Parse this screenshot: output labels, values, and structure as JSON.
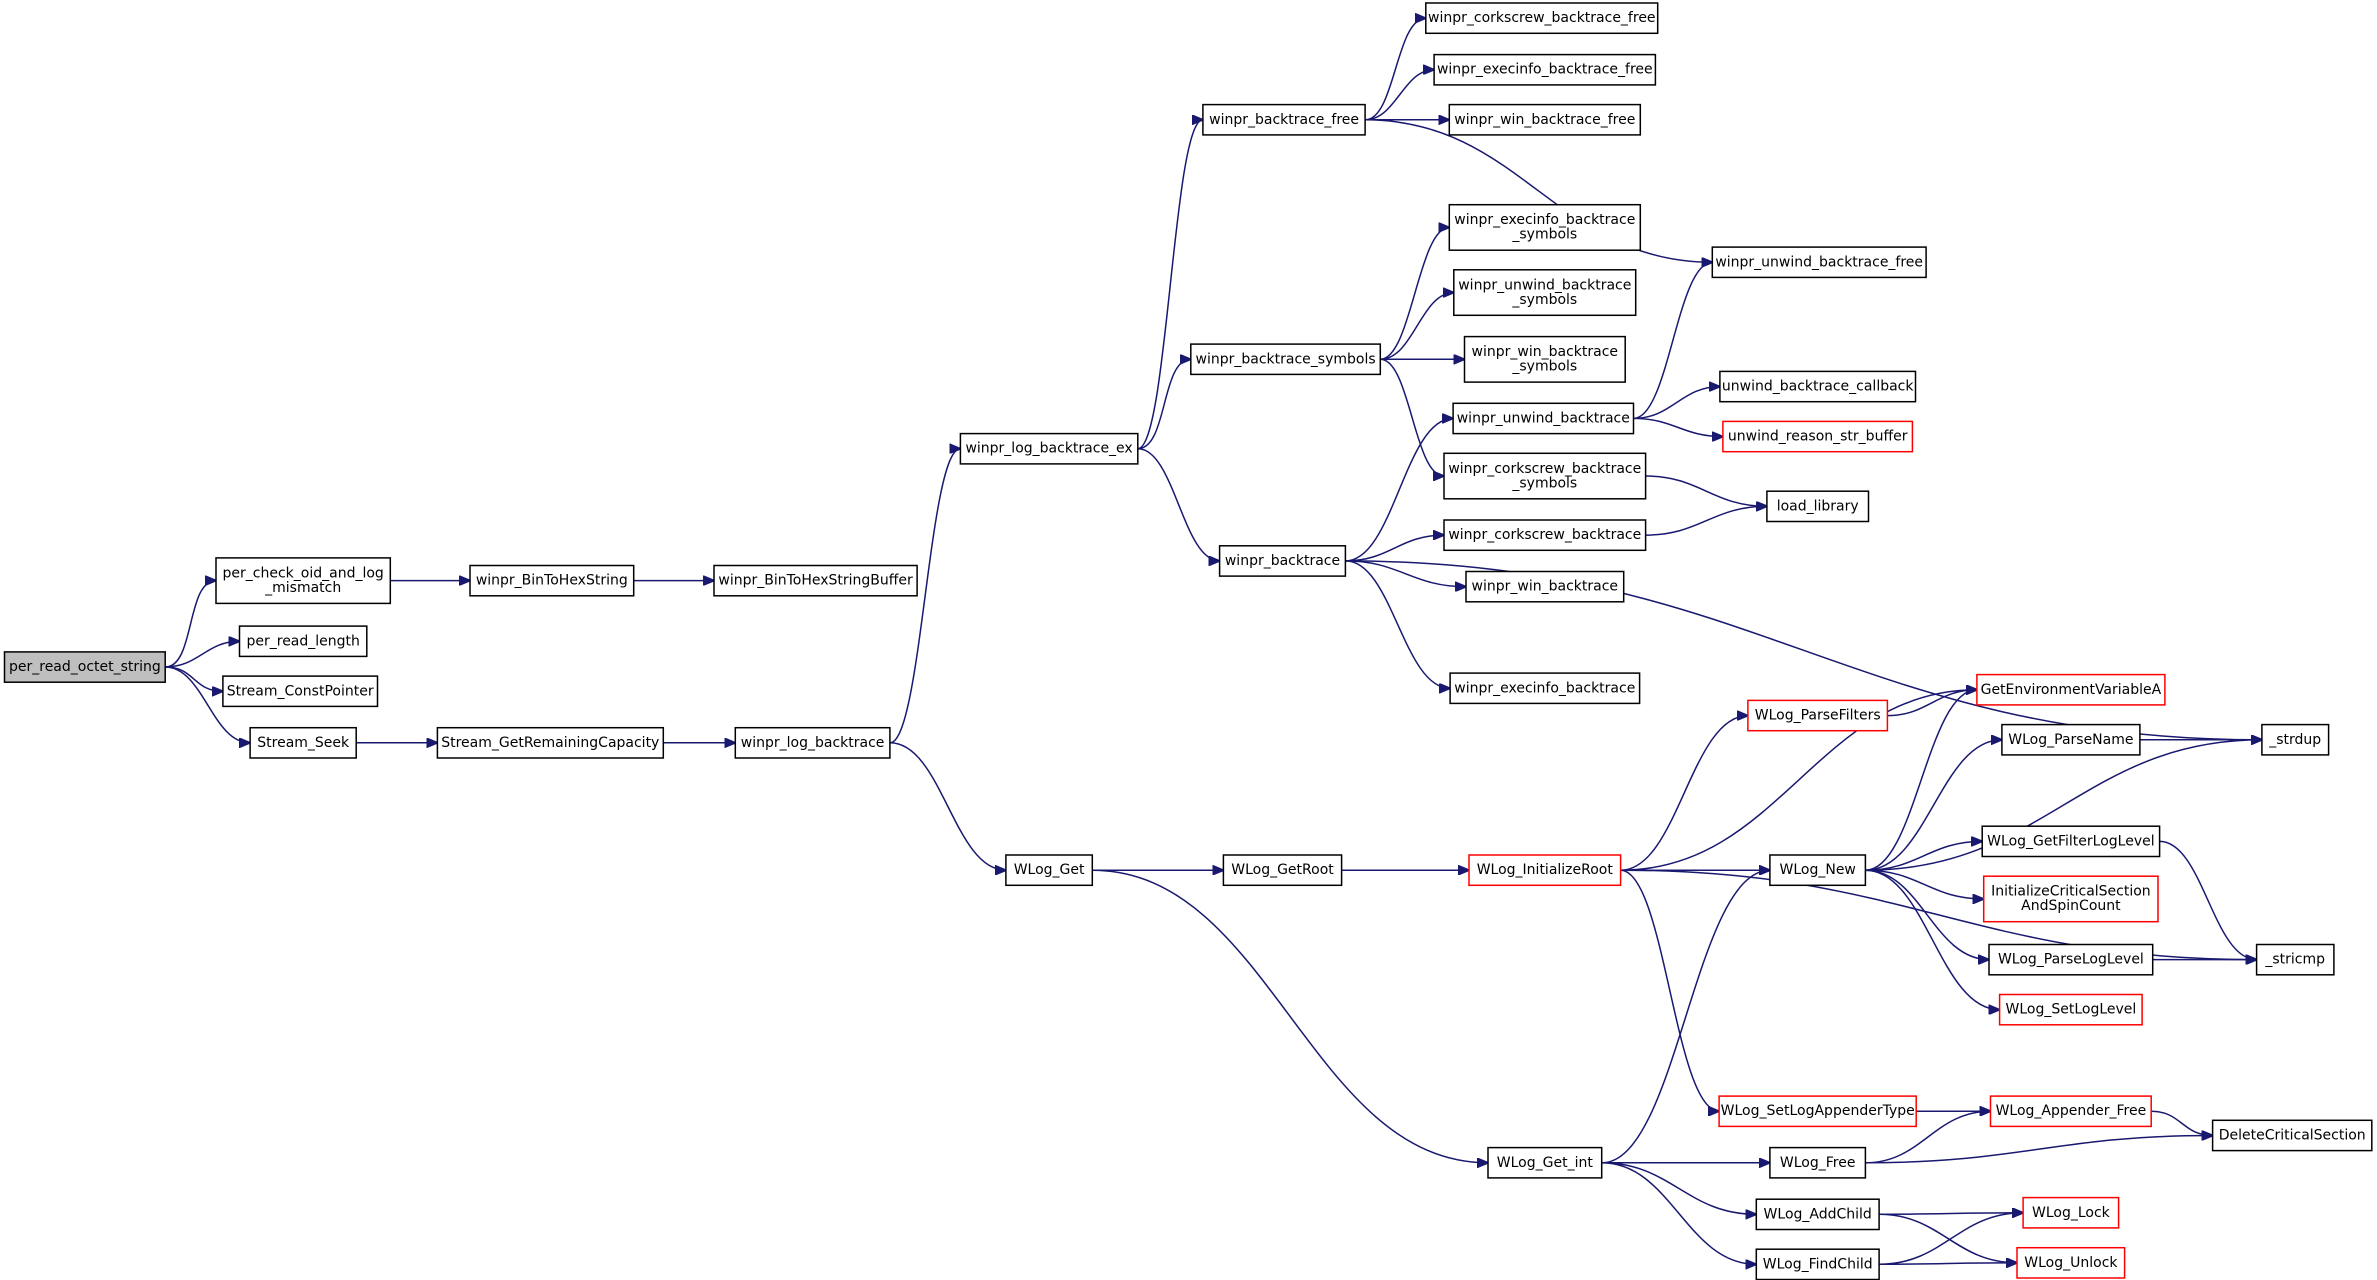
{
  "graph": {
    "edge_color": "#191970",
    "root_fill": "#bfbfbf",
    "truncated_border": "#ff0000",
    "nodes": [
      {
        "id": "n0",
        "lines": [
          "per_read_octet_string"
        ],
        "style": "root"
      },
      {
        "id": "n1",
        "lines": [
          "per_check_oid_and_log",
          "_mismatch"
        ],
        "style": "normal"
      },
      {
        "id": "n2",
        "lines": [
          "per_read_length"
        ],
        "style": "normal"
      },
      {
        "id": "n3",
        "lines": [
          "Stream_ConstPointer"
        ],
        "style": "normal"
      },
      {
        "id": "n4",
        "lines": [
          "Stream_Seek"
        ],
        "style": "normal"
      },
      {
        "id": "n5",
        "lines": [
          "winpr_BinToHexString"
        ],
        "style": "normal"
      },
      {
        "id": "n6",
        "lines": [
          "winpr_BinToHexStringBuffer"
        ],
        "style": "normal"
      },
      {
        "id": "n7",
        "lines": [
          "Stream_GetRemainingCapacity"
        ],
        "style": "normal"
      },
      {
        "id": "n8",
        "lines": [
          "winpr_log_backtrace"
        ],
        "style": "normal"
      },
      {
        "id": "n9",
        "lines": [
          "winpr_log_backtrace_ex"
        ],
        "style": "normal"
      },
      {
        "id": "n10",
        "lines": [
          "WLog_Get"
        ],
        "style": "normal"
      },
      {
        "id": "n11",
        "lines": [
          "winpr_backtrace_free"
        ],
        "style": "normal"
      },
      {
        "id": "n12",
        "lines": [
          "winpr_backtrace_symbols"
        ],
        "style": "normal"
      },
      {
        "id": "n13",
        "lines": [
          "winpr_backtrace"
        ],
        "style": "normal"
      },
      {
        "id": "n14",
        "lines": [
          "winpr_corkscrew_backtrace_free"
        ],
        "style": "normal"
      },
      {
        "id": "n15",
        "lines": [
          "winpr_execinfo_backtrace_free"
        ],
        "style": "normal"
      },
      {
        "id": "n16",
        "lines": [
          "winpr_win_backtrace_free"
        ],
        "style": "normal"
      },
      {
        "id": "n17",
        "lines": [
          "winpr_unwind_backtrace_free"
        ],
        "style": "normal"
      },
      {
        "id": "n18",
        "lines": [
          "winpr_execinfo_backtrace",
          "_symbols"
        ],
        "style": "normal"
      },
      {
        "id": "n19",
        "lines": [
          "winpr_unwind_backtrace",
          "_symbols"
        ],
        "style": "normal"
      },
      {
        "id": "n20",
        "lines": [
          "winpr_win_backtrace",
          "_symbols"
        ],
        "style": "normal"
      },
      {
        "id": "n21",
        "lines": [
          "winpr_corkscrew_backtrace",
          "_symbols"
        ],
        "style": "normal"
      },
      {
        "id": "n22",
        "lines": [
          "winpr_unwind_backtrace"
        ],
        "style": "normal"
      },
      {
        "id": "n23",
        "lines": [
          "unwind_backtrace_callback"
        ],
        "style": "normal"
      },
      {
        "id": "n24",
        "lines": [
          "unwind_reason_str_buffer"
        ],
        "style": "red"
      },
      {
        "id": "n25",
        "lines": [
          "load_library"
        ],
        "style": "normal"
      },
      {
        "id": "n26",
        "lines": [
          "winpr_corkscrew_backtrace"
        ],
        "style": "normal"
      },
      {
        "id": "n27",
        "lines": [
          "winpr_win_backtrace"
        ],
        "style": "normal"
      },
      {
        "id": "n28",
        "lines": [
          "winpr_execinfo_backtrace"
        ],
        "style": "normal"
      },
      {
        "id": "n29",
        "lines": [
          "_strdup"
        ],
        "style": "normal"
      },
      {
        "id": "n30",
        "lines": [
          "WLog_GetRoot"
        ],
        "style": "normal"
      },
      {
        "id": "n31",
        "lines": [
          "WLog_Get_int"
        ],
        "style": "normal"
      },
      {
        "id": "n32",
        "lines": [
          "WLog_InitializeRoot"
        ],
        "style": "red"
      },
      {
        "id": "n33",
        "lines": [
          "WLog_ParseFilters"
        ],
        "style": "red"
      },
      {
        "id": "n34",
        "lines": [
          "GetEnvironmentVariableA"
        ],
        "style": "red"
      },
      {
        "id": "n35",
        "lines": [
          "WLog_New"
        ],
        "style": "normal"
      },
      {
        "id": "n36",
        "lines": [
          "WLog_ParseName"
        ],
        "style": "normal"
      },
      {
        "id": "n37",
        "lines": [
          "WLog_GetFilterLogLevel"
        ],
        "style": "normal"
      },
      {
        "id": "n38",
        "lines": [
          "InitializeCriticalSection",
          "AndSpinCount"
        ],
        "style": "red"
      },
      {
        "id": "n39",
        "lines": [
          "WLog_ParseLogLevel"
        ],
        "style": "normal"
      },
      {
        "id": "n40",
        "lines": [
          "WLog_SetLogLevel"
        ],
        "style": "red"
      },
      {
        "id": "n41",
        "lines": [
          "_stricmp"
        ],
        "style": "normal"
      },
      {
        "id": "n42",
        "lines": [
          "WLog_SetLogAppenderType"
        ],
        "style": "red"
      },
      {
        "id": "n43",
        "lines": [
          "WLog_Appender_Free"
        ],
        "style": "red"
      },
      {
        "id": "n44",
        "lines": [
          "DeleteCriticalSection"
        ],
        "style": "normal"
      },
      {
        "id": "n45",
        "lines": [
          "WLog_Free"
        ],
        "style": "normal"
      },
      {
        "id": "n46",
        "lines": [
          "WLog_AddChild"
        ],
        "style": "normal"
      },
      {
        "id": "n47",
        "lines": [
          "WLog_FindChild"
        ],
        "style": "normal"
      },
      {
        "id": "n48",
        "lines": [
          "WLog_Lock"
        ],
        "style": "red"
      },
      {
        "id": "n49",
        "lines": [
          "WLog_Unlock"
        ],
        "style": "red"
      }
    ],
    "edges": [
      [
        "n0",
        "n1"
      ],
      [
        "n0",
        "n2"
      ],
      [
        "n0",
        "n3"
      ],
      [
        "n0",
        "n4"
      ],
      [
        "n1",
        "n5"
      ],
      [
        "n5",
        "n6"
      ],
      [
        "n4",
        "n7"
      ],
      [
        "n7",
        "n8"
      ],
      [
        "n8",
        "n9"
      ],
      [
        "n8",
        "n10"
      ],
      [
        "n9",
        "n11"
      ],
      [
        "n9",
        "n12"
      ],
      [
        "n9",
        "n13"
      ],
      [
        "n11",
        "n14"
      ],
      [
        "n11",
        "n15"
      ],
      [
        "n11",
        "n16"
      ],
      [
        "n11",
        "n17"
      ],
      [
        "n12",
        "n18"
      ],
      [
        "n12",
        "n19"
      ],
      [
        "n12",
        "n20"
      ],
      [
        "n12",
        "n21"
      ],
      [
        "n13",
        "n22"
      ],
      [
        "n13",
        "n26"
      ],
      [
        "n13",
        "n27"
      ],
      [
        "n13",
        "n28"
      ],
      [
        "n13",
        "n29"
      ],
      [
        "n22",
        "n17"
      ],
      [
        "n22",
        "n23"
      ],
      [
        "n22",
        "n24"
      ],
      [
        "n21",
        "n25"
      ],
      [
        "n26",
        "n25"
      ],
      [
        "n10",
        "n30"
      ],
      [
        "n10",
        "n31"
      ],
      [
        "n30",
        "n32"
      ],
      [
        "n32",
        "n33"
      ],
      [
        "n32",
        "n34"
      ],
      [
        "n32",
        "n35"
      ],
      [
        "n32",
        "n41"
      ],
      [
        "n32",
        "n42"
      ],
      [
        "n33",
        "n34"
      ],
      [
        "n35",
        "n34"
      ],
      [
        "n35",
        "n36"
      ],
      [
        "n35",
        "n29"
      ],
      [
        "n35",
        "n37"
      ],
      [
        "n35",
        "n38"
      ],
      [
        "n35",
        "n39"
      ],
      [
        "n35",
        "n40"
      ],
      [
        "n36",
        "n29"
      ],
      [
        "n37",
        "n41"
      ],
      [
        "n39",
        "n41"
      ],
      [
        "n42",
        "n43"
      ],
      [
        "n43",
        "n44"
      ],
      [
        "n31",
        "n35"
      ],
      [
        "n31",
        "n45"
      ],
      [
        "n31",
        "n46"
      ],
      [
        "n31",
        "n47"
      ],
      [
        "n45",
        "n43"
      ],
      [
        "n45",
        "n44"
      ],
      [
        "n46",
        "n48"
      ],
      [
        "n46",
        "n49"
      ],
      [
        "n47",
        "n48"
      ],
      [
        "n47",
        "n49"
      ]
    ]
  }
}
